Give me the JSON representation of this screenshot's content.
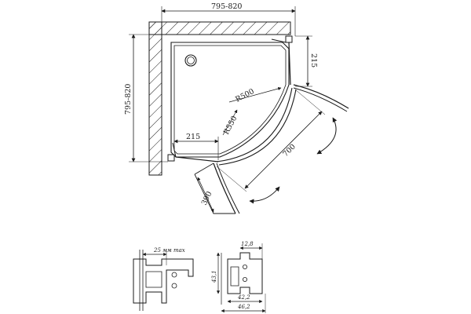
{
  "diagram": {
    "labels": {
      "width_top": "795-820",
      "height_left": "795-820",
      "side_215_right": "215",
      "side_215_bottom": "215",
      "radius_inner": "R500",
      "radius_outer": "R550",
      "door_span": "700",
      "door_width": "390"
    },
    "profile_left": {
      "dim_top": "25 мм max"
    },
    "profile_right": {
      "dim_top": "12,8",
      "dim_left": "43,1",
      "dim_bottom_1": "42,2",
      "dim_bottom_2": "46,2"
    }
  }
}
